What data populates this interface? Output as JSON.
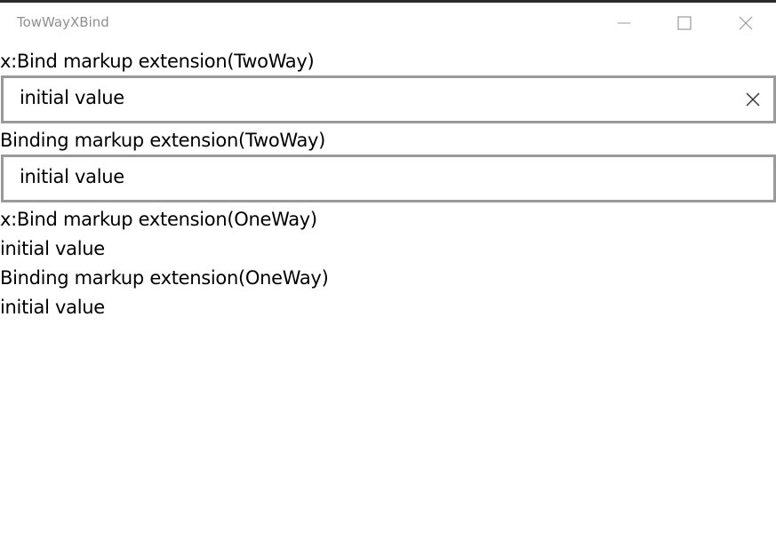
{
  "window": {
    "title": "TowWayXBind",
    "controls": {
      "minimize": "minimize",
      "maximize": "maximize",
      "close": "close"
    }
  },
  "sections": [
    {
      "label": "x:Bind markup extension(TwoWay)",
      "type": "textbox",
      "value": "initial value",
      "has_clear_button": true
    },
    {
      "label": "Binding markup extension(TwoWay)",
      "type": "textbox",
      "value": "initial value",
      "has_clear_button": false
    },
    {
      "label": "x:Bind markup extension(OneWay)",
      "type": "textblock",
      "value": "initial value"
    },
    {
      "label": "Binding markup extension(OneWay)",
      "type": "textblock",
      "value": "initial value"
    }
  ],
  "colors": {
    "border": "#999999",
    "title_text": "#8f8f8f",
    "top_edge": "#2b2b2b"
  }
}
